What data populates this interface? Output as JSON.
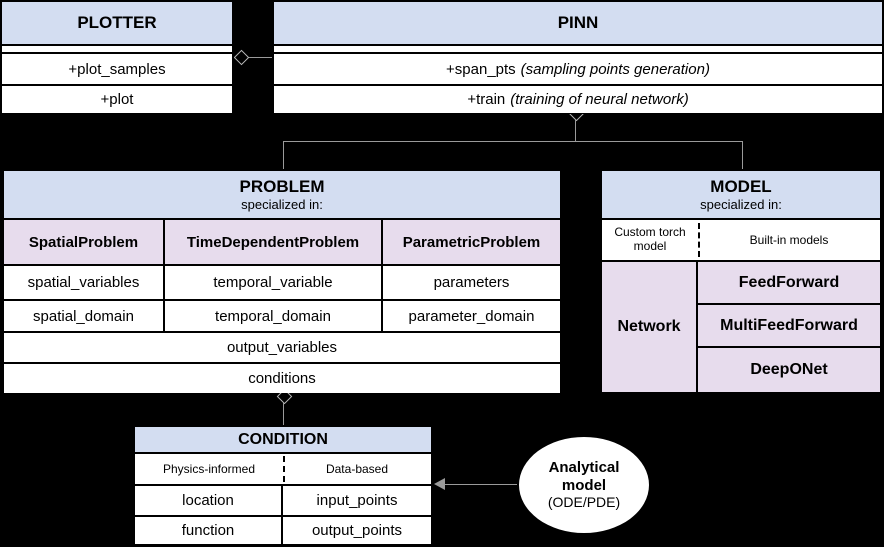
{
  "diagram": {
    "title": "PINA software architecture UML class diagram",
    "colors": {
      "header_blue": "#d3ddf1",
      "lavender": "#e7dced",
      "box_border": "#000000",
      "background": "#000000",
      "connector": "#9a9a9a"
    }
  },
  "plotter": {
    "title": "PLOTTER",
    "methods": [
      "+plot_samples",
      "+plot"
    ]
  },
  "pinn": {
    "title": "PINN",
    "methods": [
      {
        "name": "+span_pts",
        "note": "(sampling points generation)"
      },
      {
        "name": "+train",
        "note": "(training of neural network)"
      }
    ]
  },
  "problem": {
    "title": "PROBLEM",
    "subtitle": "specialized in:",
    "specializations": [
      "SpatialProblem",
      "TimeDependentProblem",
      "ParametricProblem"
    ],
    "attribute_rows": [
      [
        "spatial_variables",
        "temporal_variable",
        "parameters"
      ],
      [
        "spatial_domain",
        "temporal_domain",
        "parameter_domain"
      ]
    ],
    "shared_rows": [
      "output_variables",
      "conditions"
    ]
  },
  "model": {
    "title": "MODEL",
    "subtitle": "specialized in:",
    "left_header": "Custom torch model",
    "right_header": "Built-in models",
    "left_value": "Network",
    "builtin_models": [
      "FeedForward",
      "MultiFeedForward",
      "DeepONet"
    ]
  },
  "condition": {
    "title": "CONDITION",
    "left_header": "Physics-informed",
    "right_header": "Data-based",
    "rows": [
      [
        "location",
        "input_points"
      ],
      [
        "function",
        "output_points"
      ]
    ]
  },
  "analytical": {
    "line1": "Analytical",
    "line2": "model",
    "line3": "(ODE/PDE)"
  },
  "connectors": [
    {
      "name": "plotter-to-pinn",
      "kind": "aggregation-diamond"
    },
    {
      "name": "pinn-to-problem",
      "kind": "aggregation-diamond"
    },
    {
      "name": "pinn-to-model",
      "kind": "aggregation-diamond"
    },
    {
      "name": "problem-to-condition",
      "kind": "aggregation-diamond"
    },
    {
      "name": "analytical-to-condition",
      "kind": "arrow"
    }
  ]
}
